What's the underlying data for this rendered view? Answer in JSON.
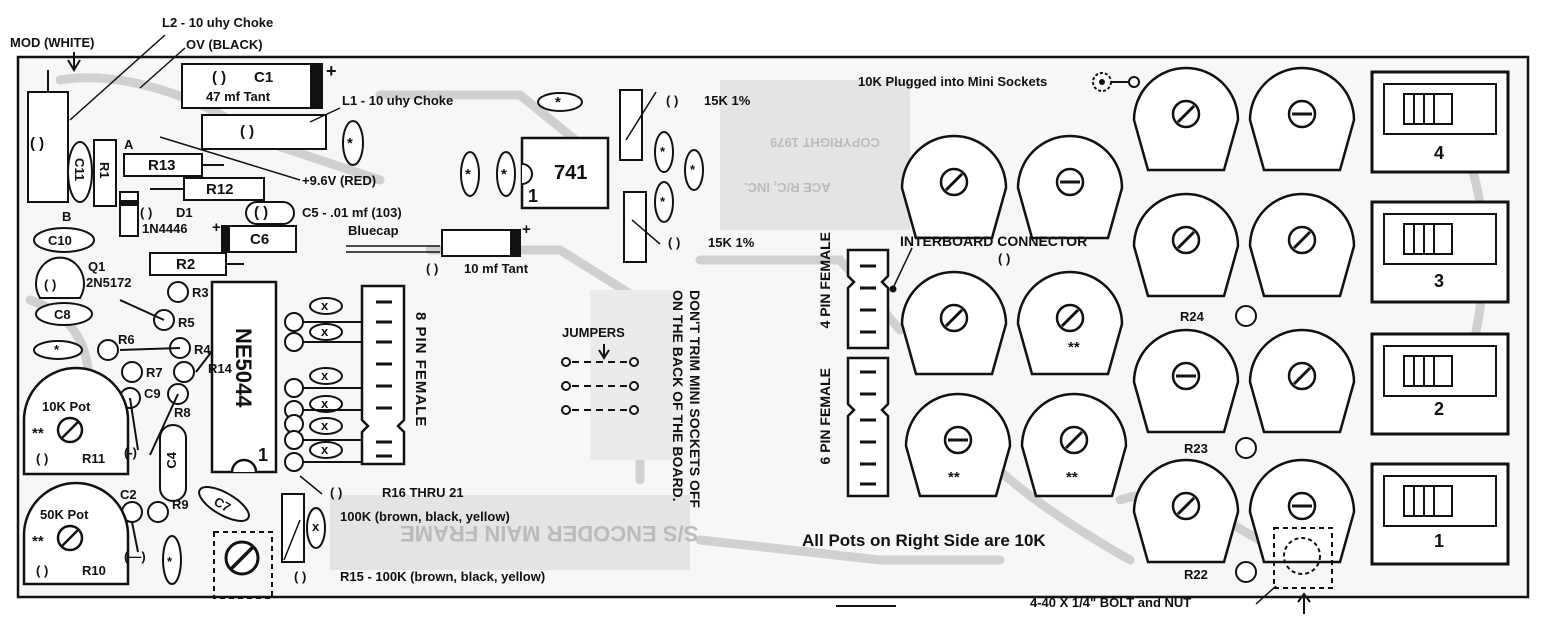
{
  "labels": {
    "mod_white": "MOD  (WHITE)",
    "l2_choke": "L2 - 10 uhy Choke",
    "ov_black": "OV  (BLACK)",
    "c1": "C1",
    "c1_value": "47 mf Tant",
    "l1_choke": "L1 - 10 uhy Choke",
    "a": "A",
    "b": "B",
    "c11": "C11",
    "r1": "R1",
    "r13": "R13",
    "r12": "R12",
    "plus_96v": "+9.6V  (RED)",
    "d1": "D1",
    "d1_part": "1N4446",
    "c5": "C5 - .01 mf (103)",
    "c6": "C6",
    "bluecap": "Bluecap",
    "c10": "C10",
    "q1": "Q1",
    "q1_part": "2N5172",
    "r2": "R2",
    "r3": "R3",
    "c8": "C8",
    "r5": "R5",
    "r6": "R6",
    "r4": "R4",
    "r7": "R7",
    "r14": "R14",
    "c9": "C9",
    "r8": "R8",
    "pot_10k": "10K Pot",
    "r11": "R11",
    "c4": "C4",
    "c2": "C2",
    "r9": "R9",
    "c7": "C7",
    "pot_50k": "50K Pot",
    "r10": "R10",
    "ne5044": "NE5044",
    "pin1": "1",
    "ic741": "741",
    "ic741_pin1": "1",
    "pot15k_top": "15K  1%",
    "pot15k_bot": "15K  1%",
    "tant_10mf": "10 mf Tant",
    "eight_pin_female": "8 PIN FEMALE",
    "jumpers": "JUMPERS",
    "dont_trim_1": "DON'T TRIM MINI SOCKETS OFF",
    "dont_trim_2": "ON THE BACK OF THE BOARD.",
    "four_pin_female": "4 PIN FEMALE",
    "six_pin_female": "6 PIN FEMALE",
    "interboard_connector": "INTERBOARD  CONNECTOR",
    "mini_sockets": "10K Plugged into Mini Sockets",
    "r24": "R24",
    "r23": "R23",
    "r22": "R22",
    "all_pots": "All Pots on Right Side are 10K",
    "bolt": "4-40 X 1/4\"  BOLT and NUT",
    "r16_21": "R16 THRU 21",
    "r16_21_value": "100K (brown, black, yellow)",
    "r15": "R15 - 100K (brown, black, yellow)",
    "ghost_copyright": "COPYRIGHT 1979",
    "ghost_ace": "ACE R/C, INC.",
    "ghost_mainframe": "S/S ENCODER MAIN FRAME",
    "paren": "(   )",
    "star": "*",
    "double_star": "**",
    "x_mark": "x",
    "plus": "+",
    "minus_paren": "(-)",
    "minus_paren2": "(—)",
    "ch4": "4",
    "ch3": "3",
    "ch2": "2",
    "ch1": "1"
  },
  "colors": {
    "ink": "#111111",
    "board": "#f7f7f7",
    "trace": "#cfcfcf",
    "ghost": "#bbbbbb"
  }
}
